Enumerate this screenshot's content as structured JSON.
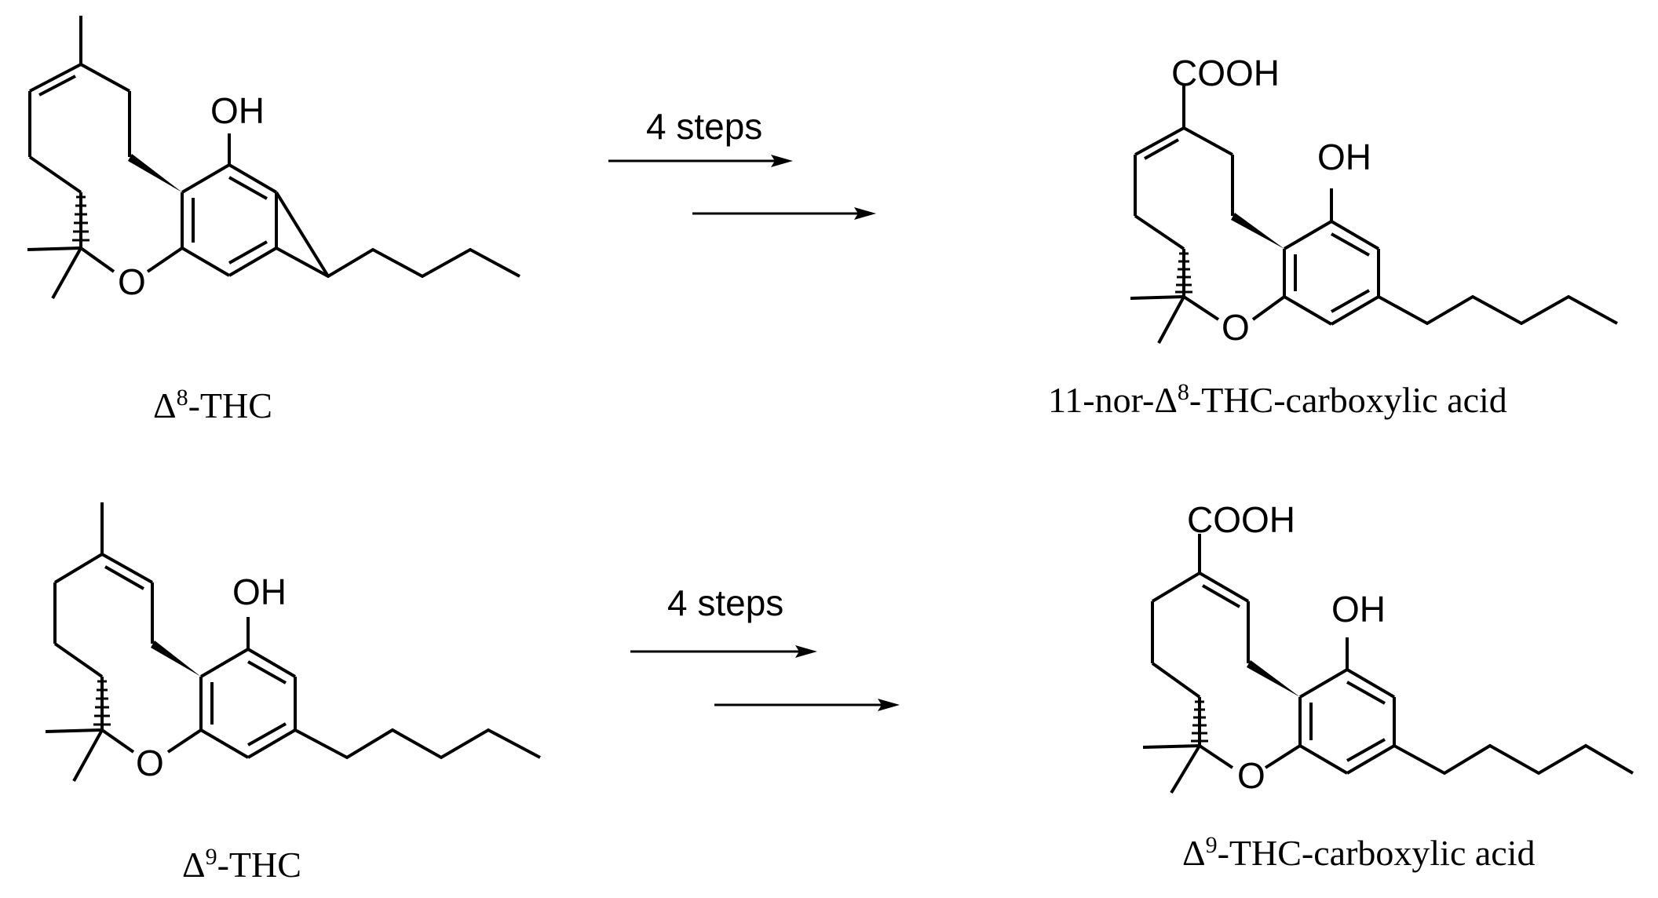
{
  "atoms": {
    "oh": "OH",
    "o": "O",
    "cooh": "COOH"
  },
  "reactions": [
    {
      "steps_label": "4 steps",
      "reactant": {
        "delta": "Δ",
        "superscript": "8",
        "suffix": "-THC"
      },
      "product": {
        "prefix": "11-nor-",
        "delta": "Δ",
        "superscript": "8",
        "suffix": "-THC-carboxylic acid"
      }
    },
    {
      "steps_label": "4 steps",
      "reactant": {
        "delta": "Δ",
        "superscript": "9",
        "suffix": "-THC"
      },
      "product": {
        "prefix": "",
        "delta": "Δ",
        "superscript": "9",
        "suffix": "-THC-carboxylic acid"
      }
    }
  ]
}
